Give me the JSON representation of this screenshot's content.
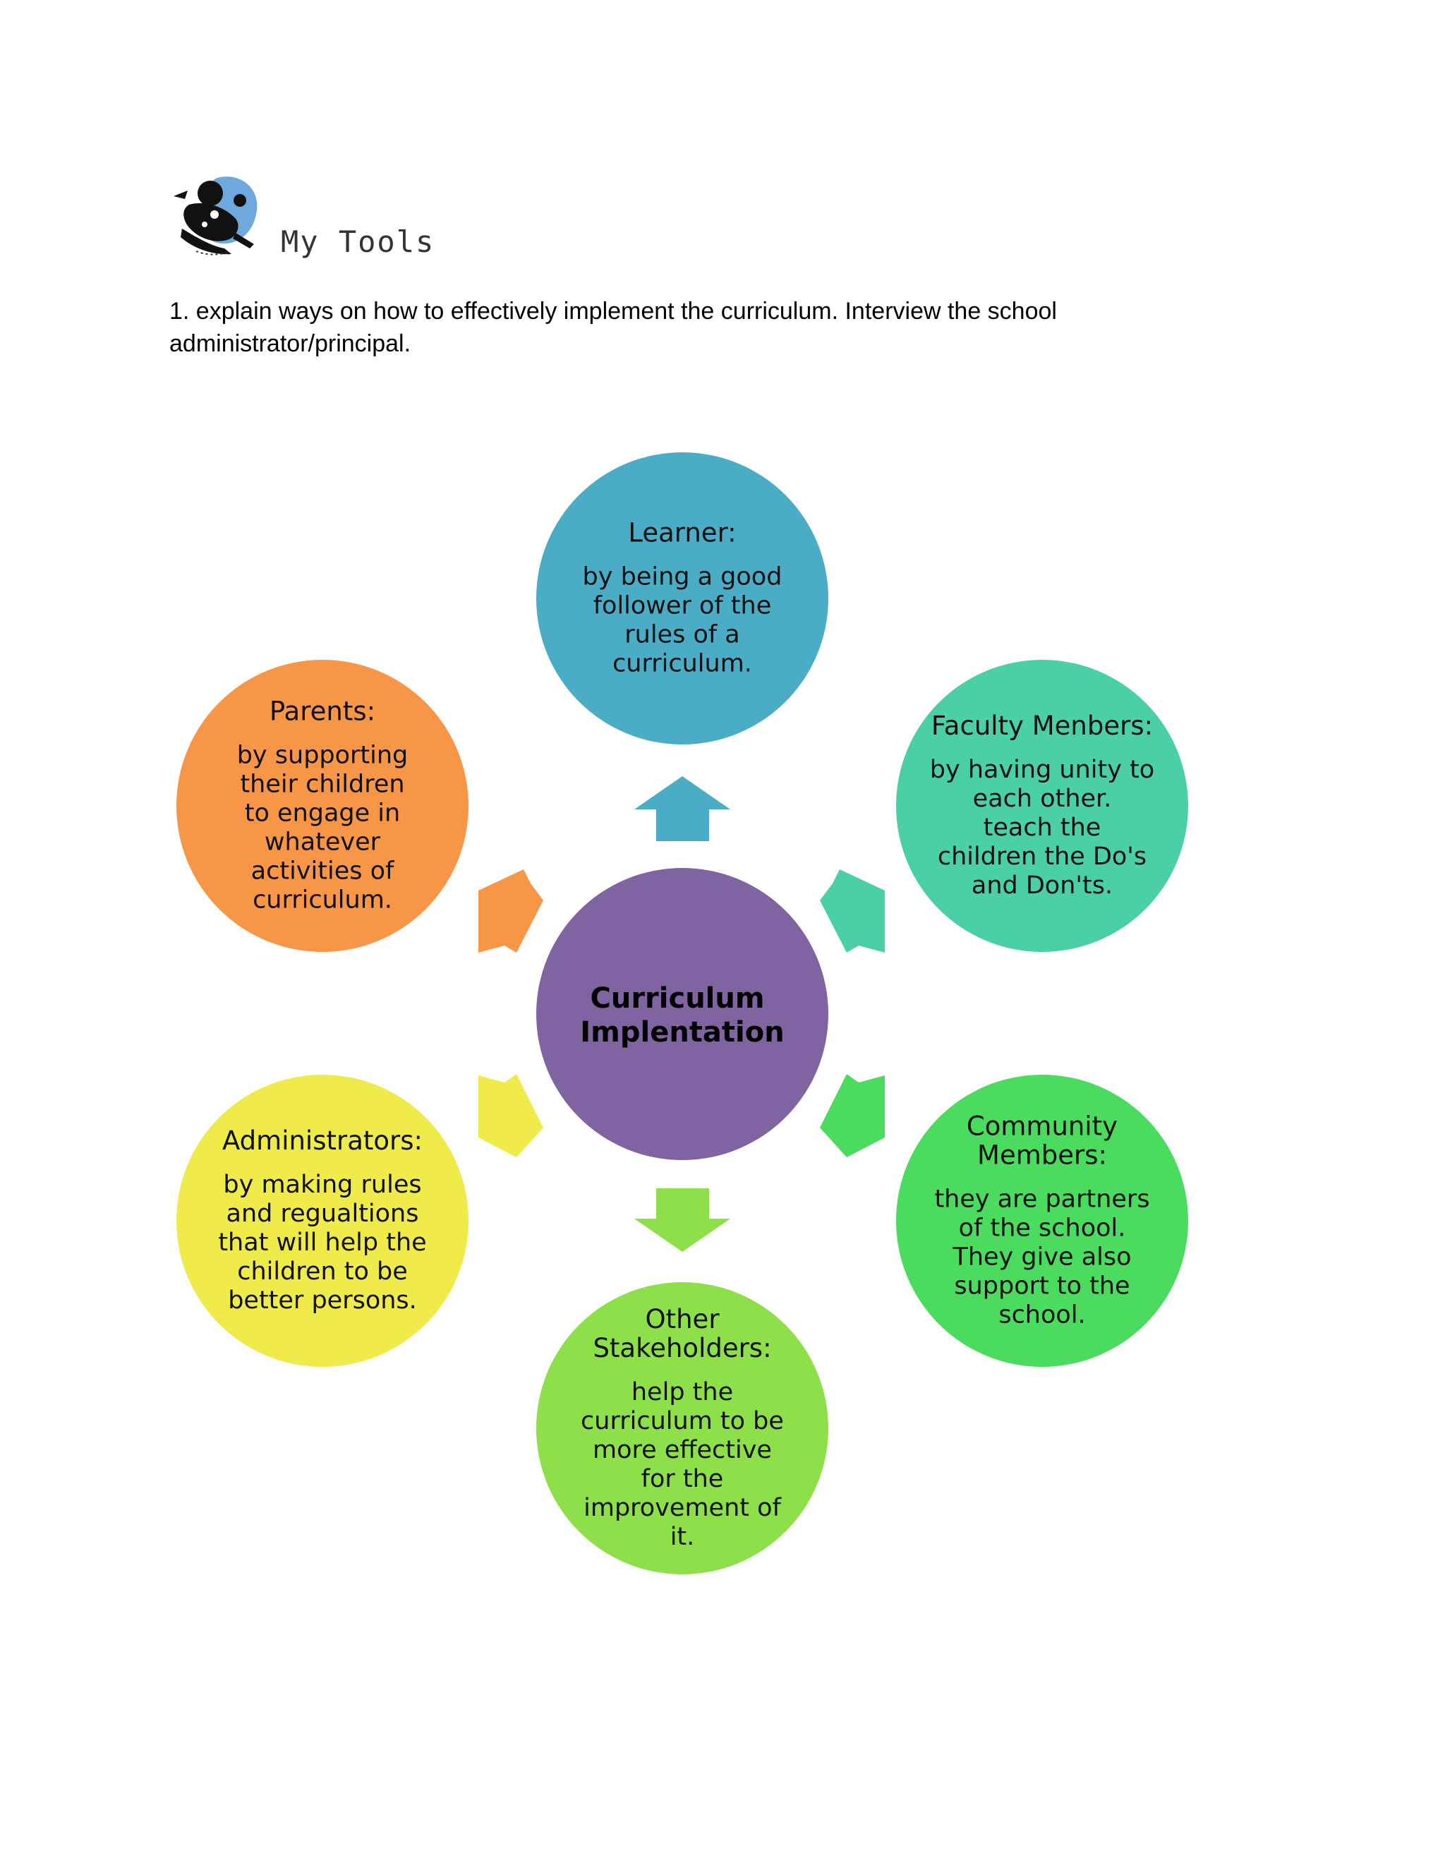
{
  "header": {
    "title": "My Tools",
    "icon": "musician-clipart-icon"
  },
  "instruction": {
    "line1": "1. explain ways on how to effectively implement the curriculum. Interview the school",
    "line2": "administrator/principal."
  },
  "diagram": {
    "center": {
      "lines": [
        "Curriculum",
        "Implentation"
      ],
      "color": "#8064A2"
    },
    "nodes": [
      {
        "id": "learner",
        "label_lines": [
          "Learner:"
        ],
        "body_lines": [
          "by being a good",
          "follower of the",
          "rules of a",
          "curriculum."
        ],
        "color": "#4BACC6"
      },
      {
        "id": "faculty",
        "label_lines": [
          "Faculty Menbers:"
        ],
        "body_lines": [
          "by having unity to",
          "each other.",
          "teach the",
          "children the Do's",
          "and Don'ts."
        ],
        "color": "#4BCFA6"
      },
      {
        "id": "community",
        "label_lines": [
          "Community",
          "Members:"
        ],
        "body_lines": [
          "they are partners",
          "of the school.",
          "They give also",
          "support to the",
          "school."
        ],
        "color": "#4BDB5E"
      },
      {
        "id": "stakeholders",
        "label_lines": [
          "Other",
          "Stakeholders:"
        ],
        "body_lines": [
          "help the",
          "curriculum to be",
          "more effective",
          "for the",
          "improvement of",
          "it."
        ],
        "color": "#8EE04B"
      },
      {
        "id": "administrators",
        "label_lines": [
          "Administrators:"
        ],
        "body_lines": [
          "by making rules",
          "and regualtions",
          "that will help the",
          "children to be",
          "better persons."
        ],
        "color": "#EFEB4B"
      },
      {
        "id": "parents",
        "label_lines": [
          "Parents:"
        ],
        "body_lines": [
          "by supporting",
          "their children",
          "to engage in",
          "whatever",
          "activities of",
          "curriculum."
        ],
        "color": "#F79646"
      }
    ]
  }
}
